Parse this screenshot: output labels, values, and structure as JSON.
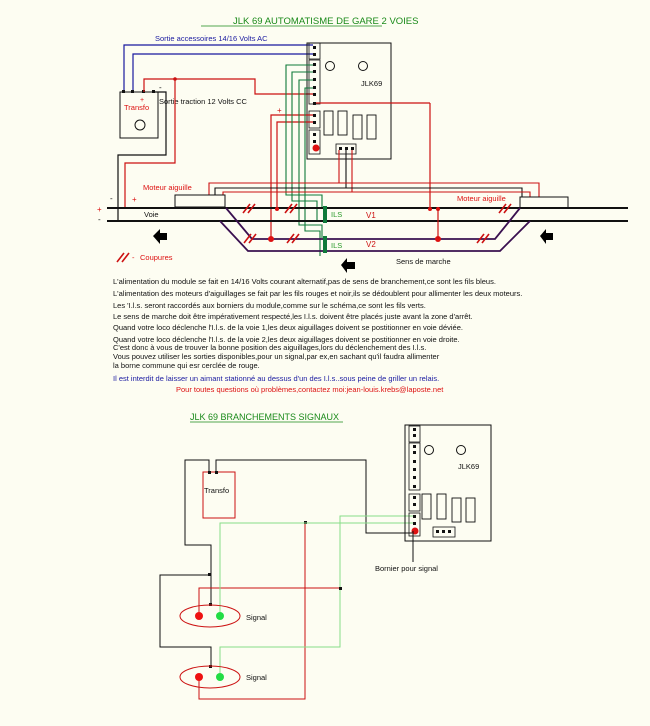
{
  "diagram1": {
    "title": "JLK 69 AUTOMATISME DE GARE 2 VOIES",
    "labels": {
      "accessory_output": "Sortie accessoires 14/16 Volts AC",
      "traction_output": "Sortie traction 12 Volts CC",
      "transfo": "Transfo",
      "module": "JLK69",
      "point_motor_left": "Moteur aiguille",
      "point_motor_right": "Moteur aiguille",
      "track": "Voie",
      "v1": "V1",
      "v2": "V2",
      "ils1": "ILS",
      "ils2": "ILS",
      "cuts_legend": "Coupures",
      "direction": "Sens de marche",
      "plus": "+",
      "minus": "-"
    },
    "colors": {
      "title": "#1a8a1a",
      "accessory_wire": "#1a1aa0",
      "red_wire": "#cc1111",
      "green_wire": "#0f7a3a",
      "track": "#000000",
      "siding": "#3a1050"
    }
  },
  "notes": [
    {
      "text": "L'alimentation du module se fait en 14/16 Volts courant alternatif,pas de sens de branchement,ce sont les fils bleus.",
      "color": "black"
    },
    {
      "text": "L'alimentation des moteurs d'aiguillages se fait par les fils rouges et noir,ils se dédoublent pour allimenter les deux moteurs.",
      "color": "black"
    },
    {
      "text": "Les 'I.l.s. seront raccordés aux borniers du module,comme sur le schéma,ce sont les fils verts.",
      "color": "black"
    },
    {
      "text": "Le sens de marche doit être impérativement respecté,les I.l.s. doivent être placés juste avant la zone d'arrêt.",
      "color": "black"
    },
    {
      "text": "Quand votre loco déclenche l'I.l.s. de la voie 1,les deux aiguillages doivent se postitionner en voie déviée.",
      "color": "black"
    },
    {
      "text": "Quand votre loco déclenche l'I.l.s. de la voie 2,les deux aiguillages doivent se postitionner en voie droite.",
      "color": "black"
    },
    {
      "text": "C'est donc à vous de trouver la bonne position des aiguillages,lors du déclenchement des I.l.s.",
      "color": "black"
    },
    {
      "text": "Vous pouvez utiliser les sorties disponibles,pour un signal,par ex,en sachant qu'il faudra allimenter",
      "color": "black"
    },
    {
      "text": "la borne commune qui esr cerclée de rouge.",
      "color": "black"
    },
    {
      "text": "Il est interdit de laisser un aimant stationné au dessus d'un des I.l.s..sous peine de griller un relais.",
      "color": "blue"
    },
    {
      "text": "Pour toutes questions où problèmes,contactez moi:jean-louis.krebs@laposte.net",
      "color": "red"
    }
  ],
  "diagram2": {
    "title": "JLK 69 BRANCHEMENTS SIGNAUX",
    "labels": {
      "transfo": "Transfo",
      "module": "JLK69",
      "signal_terminal": "Bornier pour signal",
      "signal1": "Signal",
      "signal2": "Signal"
    },
    "colors": {
      "red_lamp": "#ee1111",
      "green_lamp": "#22dd44",
      "light_green_wire": "#88dd88"
    }
  }
}
